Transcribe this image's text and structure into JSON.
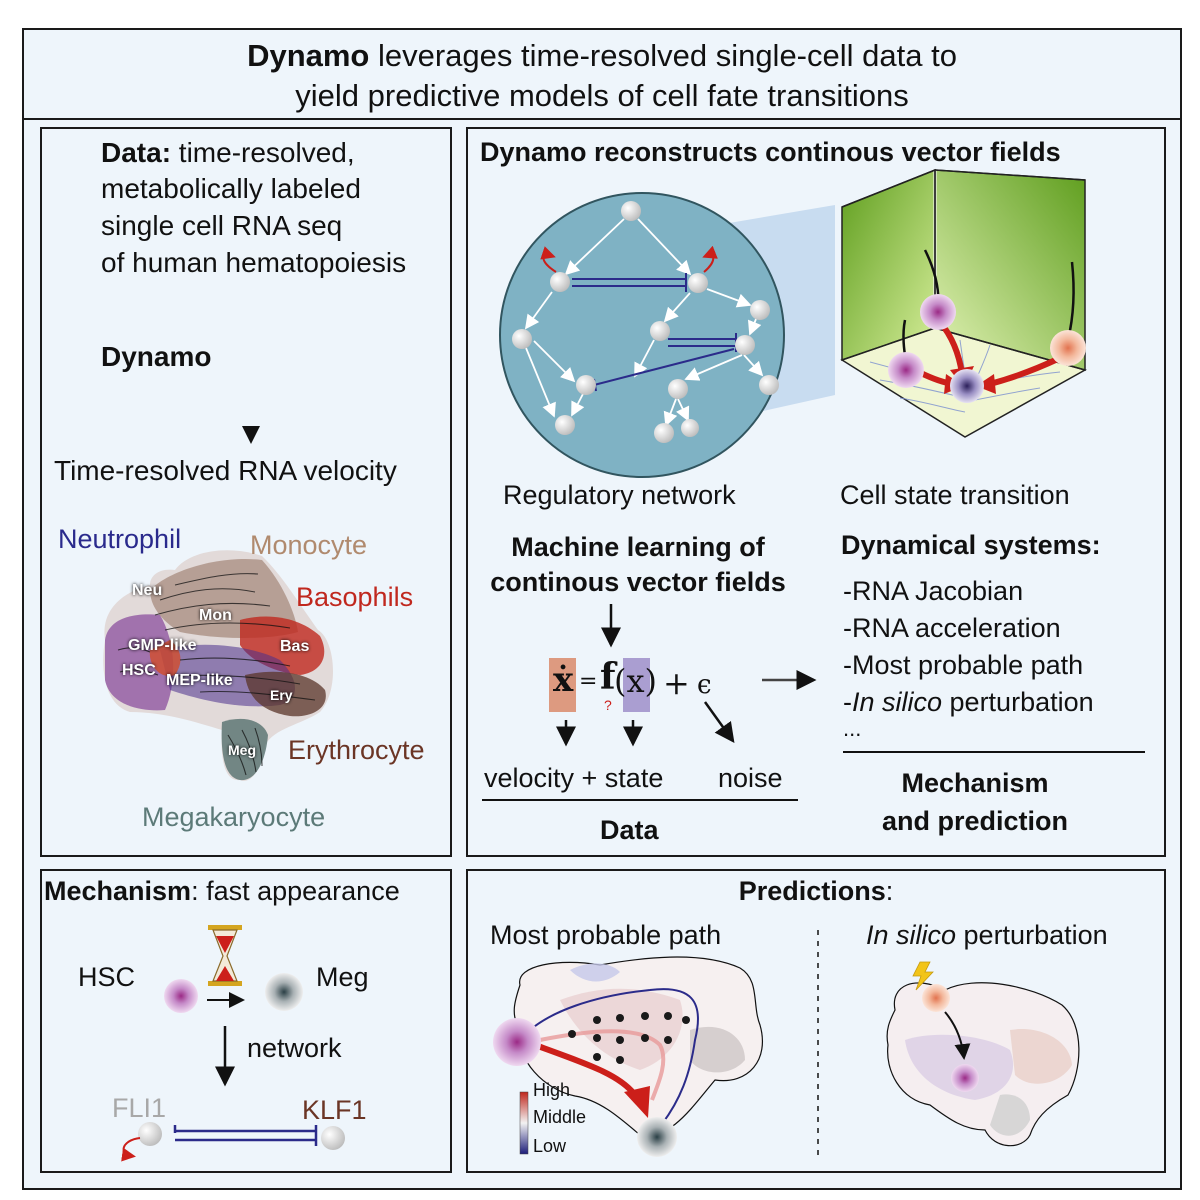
{
  "header": {
    "title_bold": "Dynamo",
    "title_rest": " leverages time-resolved single-cell data to",
    "title_line2": "yield predictive models of cell fate transitions"
  },
  "left_panel": {
    "data_label": "Data:",
    "data_line1": " time-resolved,",
    "data_line2": "metabolically labeled",
    "data_line3": "single cell RNA seq",
    "data_line4": "of human hematopoiesis",
    "dynamo_label": "Dynamo",
    "velocity_label": "Time-resolved RNA velocity",
    "lineages": {
      "neutrophil": "Neutrophil",
      "monocyte": "Monocyte",
      "basophils": "Basophils",
      "erythrocyte": "Erythrocyte",
      "megakaryocyte": "Megakaryocyte"
    },
    "umap_labels": {
      "neu": "Neu",
      "mon": "Mon",
      "gmp": "GMP-like",
      "bas": "Bas",
      "hsc": "HSC",
      "mep": "MEP-like",
      "ery": "Ery",
      "meg": "Meg"
    }
  },
  "right_panel": {
    "title": "Dynamo reconstructs continous vector fields",
    "regulatory_network": "Regulatory network",
    "cell_state_transition": "Cell state transition",
    "ml_title_line1": "Machine learning of",
    "ml_title_line2": "continous vector fields",
    "eq_xdot": "ẋ",
    "eq_equals": "=",
    "eq_f": "f",
    "eq_x": "(x)",
    "eq_question": "?",
    "eq_plus": "+",
    "eq_eps": "ϵ",
    "velocity_state": "velocity + state",
    "noise": "noise",
    "data_label": "Data",
    "dyn_title": "Dynamical systems:",
    "dyn_items": [
      "-RNA Jacobian",
      "-RNA acceleration",
      "-Most probable path"
    ],
    "dyn_item4_dash": "-",
    "dyn_item4_italic": "In silico",
    "dyn_item4_rest": " perturbation",
    "dyn_ellipsis": "...",
    "mech_line1": "Mechanism",
    "mech_line2": "and prediction"
  },
  "mechanism_panel": {
    "title_bold": "Mechanism",
    "title_rest": ": fast appearance",
    "hsc": "HSC",
    "meg": "Meg",
    "network": "network",
    "fli1": "FLI1",
    "klf1": "KLF1"
  },
  "predictions_panel": {
    "title_bold": "Predictions",
    "title_rest": ":",
    "most_probable_path": "Most probable path",
    "perturb_italic": "In silico",
    "perturb_rest": " perturbation",
    "legend_high": "High",
    "legend_middle": "Middle",
    "legend_low": "Low"
  },
  "colors": {
    "frame_bg": "#eef5fb",
    "circle_bg": "#7fb2c4",
    "green_wall": "#7fbf2a",
    "red_arrow": "#cc1f1a",
    "network_blue": "#2b2b8a",
    "neutrophil": "#2a2a8c",
    "monocyte": "#b08a6e",
    "basophils": "#c0281e",
    "erythrocyte": "#6b3525",
    "megakaryocyte": "#5c7a78"
  }
}
